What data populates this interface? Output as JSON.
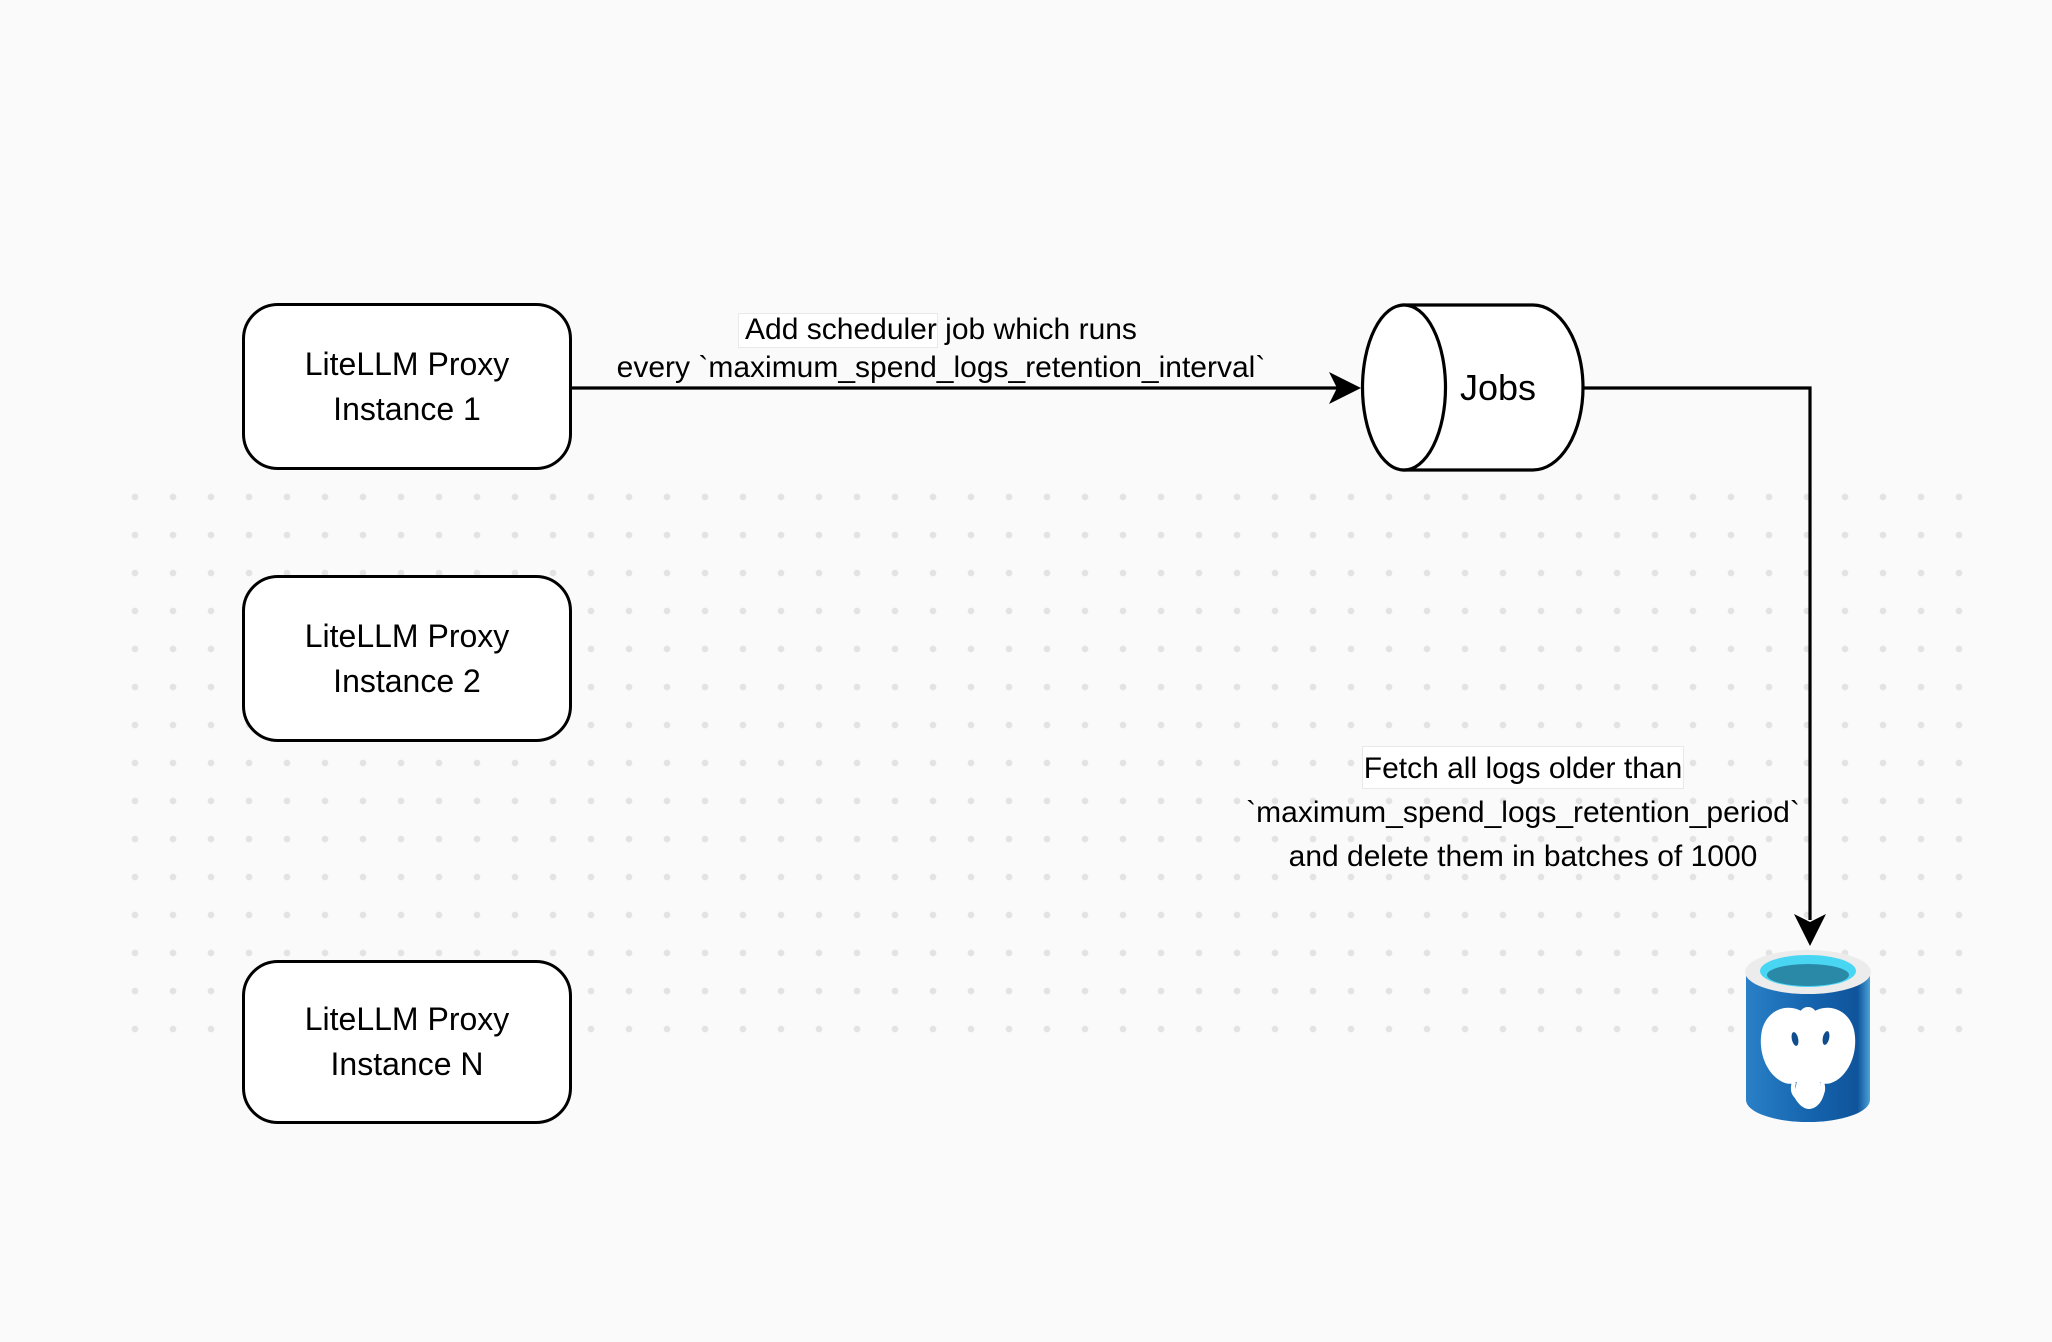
{
  "canvas": {
    "background": "#fafafa",
    "stroke_color": "#000000",
    "dot_color": "#e3e3e3"
  },
  "nodes": {
    "proxy1": {
      "label": "LiteLLM Proxy\nInstance 1"
    },
    "proxy2": {
      "label": "LiteLLM Proxy\nInstance 2"
    },
    "proxyN": {
      "label": "LiteLLM Proxy\nInstance N"
    },
    "jobs": {
      "label": "Jobs"
    },
    "postgres": {
      "icon": "postgresql-elephant-database-icon",
      "colors": {
        "body_left": "#2a80c6",
        "body_mid": "#1565af",
        "body_right": "#0f549b",
        "body_edge": "#4aa3d8",
        "rim": "#ececec",
        "opening_outer": "#49d6f3",
        "opening_inner": "#2b89a8",
        "elephant": "#ffffff",
        "eye": "#0f4d8f"
      }
    }
  },
  "edges": {
    "scheduler_job": {
      "label": "Add scheduler job which runs\nevery `maximum_spend_logs_retention_interval`"
    },
    "fetch_delete": {
      "label": "Fetch all logs older than\n`maximum_spend_logs_retention_period`\nand delete them in batches of 1000"
    }
  }
}
